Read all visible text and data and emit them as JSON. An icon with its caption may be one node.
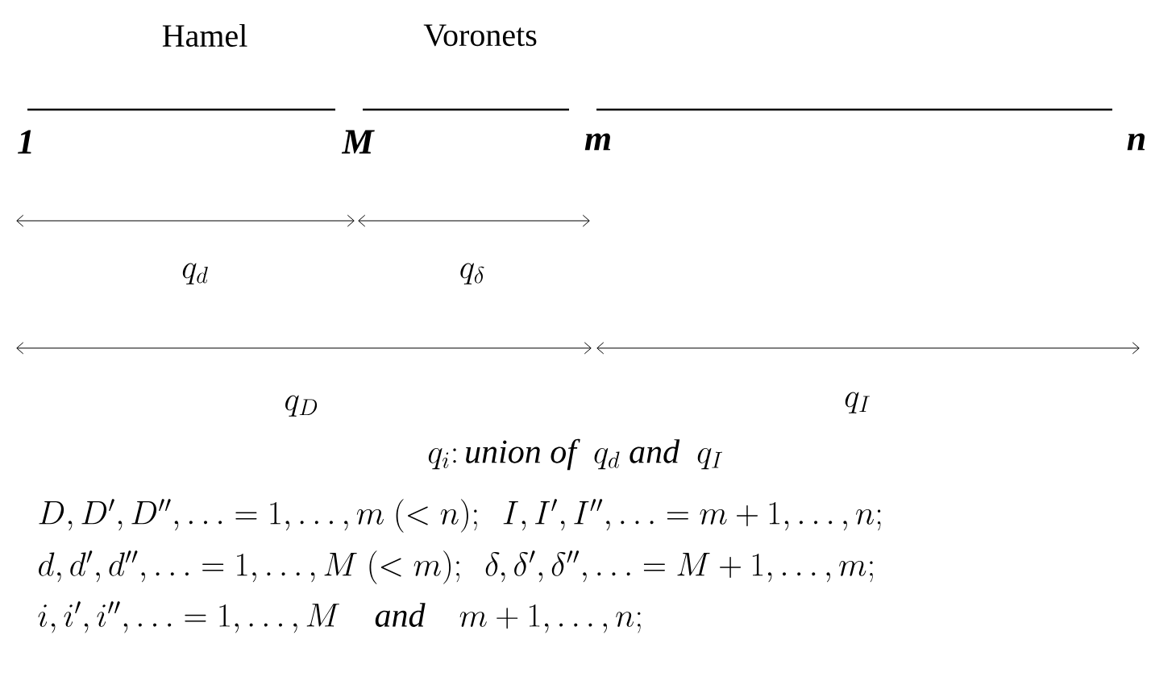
{
  "diagram": {
    "labels": [
      "Hamel",
      "Voronets",
      "1",
      "M",
      "m",
      "n",
      "q_d",
      "q_\\delta",
      "q_D",
      "q_I",
      "q_i\\colon \\textit{union of}\\ \\ q_d\\ \\textit{and}\\ \\ q_I",
      "D, D', D'', \\ldots = 1, \\ldots, m\\ (< n);\\ \\ I, I', I'', \\ldots = m+1, \\ldots, n;",
      "d, d', d'', \\ldots = 1, \\ldots, M\\ (< m);\\ \\ \\delta, \\delta', \\delta'', \\ldots = M+1, \\ldots, m;",
      "i, i', i'', \\ldots = 1, \\ldots, M \\quad \\textit{and} \\quad m+1, \\ldots, n;"
    ]
  }
}
